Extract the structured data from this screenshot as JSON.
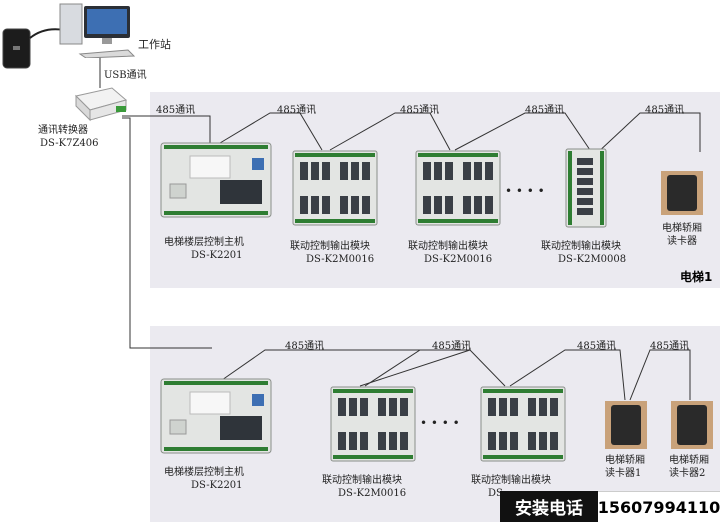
{
  "workstation": {
    "label": "工作站"
  },
  "usb": {
    "label": "USB通讯"
  },
  "converter": {
    "name": "通讯转换器",
    "model": "DS-K7Z406"
  },
  "link_label": "485通讯",
  "elevator1": {
    "title": "电梯1",
    "controller": {
      "name": "电梯楼层控制主机",
      "model": "DS-K2201"
    },
    "module_a": {
      "name": "联动控制输出模块",
      "model": "DS-K2M0016"
    },
    "module_b": {
      "name": "联动控制输出模块",
      "model": "DS-K2M0016"
    },
    "module_c": {
      "name": "联动控制输出模块",
      "model": "DS-K2M0008"
    },
    "reader": {
      "name_line1": "电梯轿厢",
      "name_line2": "读卡器"
    },
    "ellipsis": "• • • •"
  },
  "elevator2": {
    "controller": {
      "name": "电梯楼层控制主机",
      "model": "DS-K2201"
    },
    "module_a": {
      "name": "联动控制输出模块",
      "model": "DS-K2M0016"
    },
    "module_b": {
      "name": "联动控制输出模块",
      "model": "DS"
    },
    "reader1": {
      "name_line1": "电梯轿厢",
      "name_line2": "读卡器1"
    },
    "reader2": {
      "name_line1": "电梯轿厢",
      "name_line2": "读卡器2"
    },
    "ellipsis": "• • • •"
  },
  "banner": {
    "label": "安装电话",
    "phone": "15607994110"
  },
  "colors": {
    "panel": "#ebeaf0",
    "line": "#333333",
    "board": "#e6e8e6",
    "relay": "#3a3f46"
  }
}
